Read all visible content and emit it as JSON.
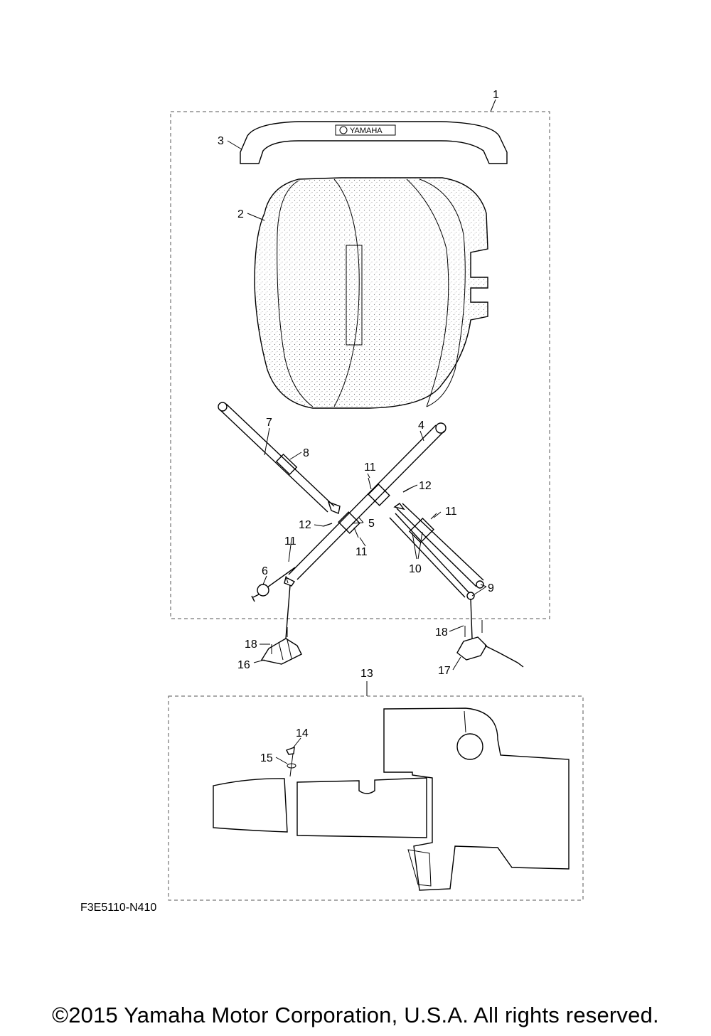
{
  "callouts": {
    "c1": "1",
    "c2": "2",
    "c3": "3",
    "c4": "4",
    "c5": "5",
    "c6": "6",
    "c7": "7",
    "c8": "8",
    "c9": "9",
    "c10": "10",
    "c11a": "11",
    "c11b": "11",
    "c11c": "11",
    "c11d": "11",
    "c12a": "12",
    "c12b": "12",
    "c13": "13",
    "c14": "14",
    "c15": "15",
    "c16": "16",
    "c17": "17",
    "c18a": "18",
    "c18b": "18"
  },
  "handle_logo": "YAMAHA",
  "drawing_code": "F3E5110-N410",
  "copyright": "©2015 Yamaha Motor Corporation, U.S.A. All rights reserved."
}
